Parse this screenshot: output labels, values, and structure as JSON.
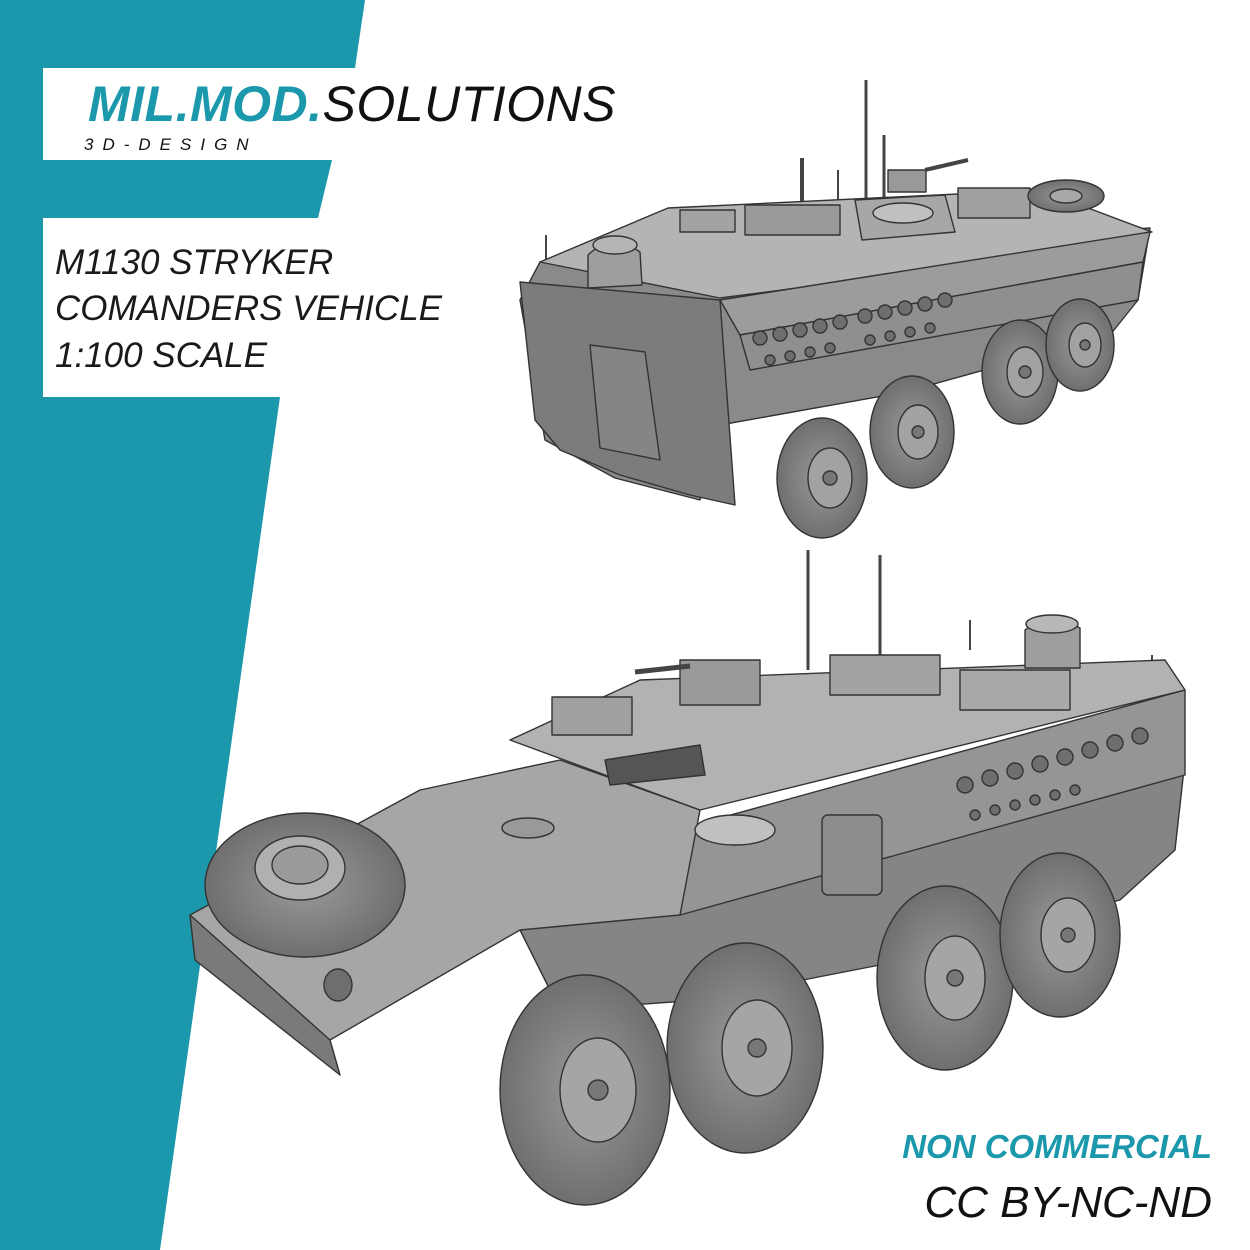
{
  "colors": {
    "accent": "#1b98ac",
    "model_gray": "#8d8d8d",
    "text": "#111111"
  },
  "logo": {
    "accent_text": "MIL.MOD.",
    "rest_text": "SOLUTIONS",
    "tagline": "3D-DESIGN"
  },
  "title": {
    "lines": [
      "M1130 STRYKER",
      "COMANDERS VEHICLE",
      "1:100 SCALE"
    ]
  },
  "license": {
    "tag": "NON COMMERCIAL",
    "name": "CC BY-NC-ND"
  },
  "renders": [
    {
      "name": "stryker-rear-view"
    },
    {
      "name": "stryker-front-view"
    }
  ]
}
